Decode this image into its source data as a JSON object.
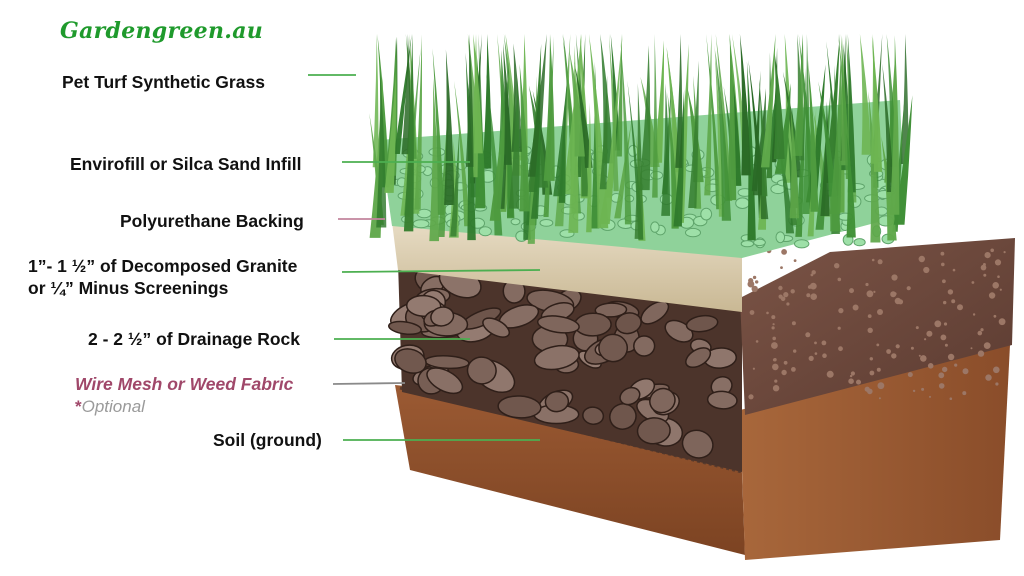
{
  "brand": "Gardengreen.au",
  "labels": {
    "grass": "Pet Turf Synthetic Grass",
    "infill": "Envirofill or Silca Sand Infill",
    "backing": "Polyurethane Backing",
    "granite_line1": "1”- 1 ½” of Decomposed Granite",
    "granite_line2": "or ¼” Minus Screenings",
    "drainage": "2 - 2 ½” of Drainage Rock",
    "wire_mesh": "Wire Mesh or Weed Fabric",
    "optional_marker": "*",
    "optional_text": "Optional",
    "soil": "Soil (ground)"
  },
  "colors": {
    "brand": "#1f9a2c",
    "leader_green": "#4caf50",
    "leader_pink": "#c2859d",
    "wire_label": "#a0486a",
    "optional_text": "#9a9a9a"
  }
}
